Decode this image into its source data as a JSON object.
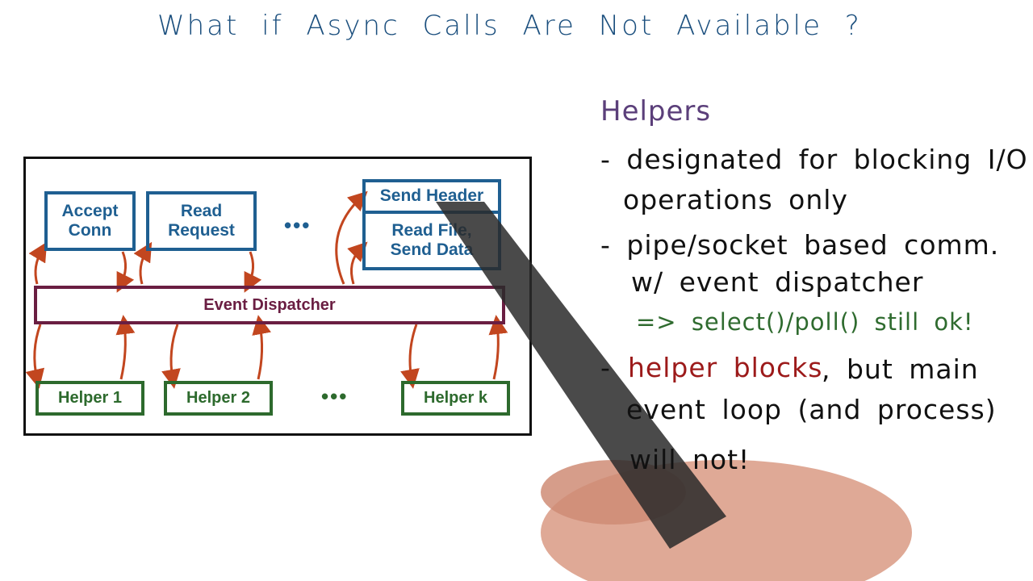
{
  "title": "What if Async Calls Are Not Available ?",
  "diagram": {
    "top_boxes": [
      "Accept\nConn",
      "Read\nRequest"
    ],
    "top_ellipsis": "•••",
    "send_header": "Send Header",
    "read_file": "Read File,\nSend Data",
    "dispatcher": "Event Dispatcher",
    "helpers": [
      "Helper 1",
      "Helper 2",
      "Helper k"
    ],
    "helpers_ellipsis": "•••"
  },
  "notes": {
    "heading": "Helpers",
    "lines": [
      "- designated for blocking I/O",
      "operations only",
      "- pipe/socket based comm.",
      "w/ event dispatcher",
      "=> select()/poll() still ok!",
      "helper blocks",
      ", but main",
      "event loop (and process)",
      "will not!"
    ],
    "dash": "-"
  },
  "colors": {
    "title": "#1b4f7e",
    "box_blue": "#1f5f91",
    "helper_green": "#2d6a2d",
    "dispatcher": "#6a1e42",
    "arrow": "#c2461f",
    "heading_purple": "#5b3f7a",
    "note_green": "#2f6b2f",
    "note_red": "#9c1a1a"
  }
}
